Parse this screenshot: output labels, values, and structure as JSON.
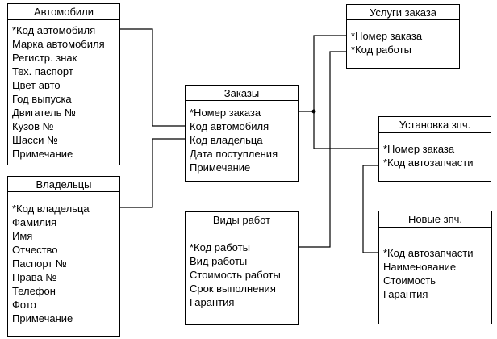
{
  "diagram": {
    "entities": {
      "avtomobili": {
        "title": "Автомобили",
        "fields": [
          "*Код автомобиля",
          "Марка автомобиля",
          "Регистр. знак",
          "Тех. паспорт",
          "Цвет авто",
          "Год выпуска",
          "Двигатель №",
          "Кузов №",
          "Шасси №",
          "Примечание"
        ]
      },
      "vladeltsy": {
        "title": "Владельцы",
        "fields": [
          "*Код владельца",
          "Фамилия",
          "Имя",
          "Отчество",
          "Паспорт №",
          "Права №",
          "Телефон",
          "Фото",
          "Примечание"
        ]
      },
      "zakazy": {
        "title": "Заказы",
        "fields": [
          "*Номер заказа",
          "Код автомобиля",
          "Код владельца",
          "Дата поступления",
          "Примечание"
        ]
      },
      "uslugi_zakaza": {
        "title": "Услуги заказа",
        "fields": [
          "*Номер заказа",
          "*Код работы"
        ]
      },
      "ustanovka_zpch": {
        "title": "Установка зпч.",
        "fields": [
          "*Номер заказа",
          "*Код автозапчасти"
        ]
      },
      "vidy_rabot": {
        "title": "Виды работ",
        "fields": [
          "*Код работы",
          "Вид работы",
          "Стоимость работы",
          "Срок выполнения",
          "Гарантия"
        ]
      },
      "novye_zpch": {
        "title": "Новые зпч.",
        "fields": [
          "*Код автозапчасти",
          "Наименование",
          "Стоимость",
          "Гарантия"
        ]
      }
    },
    "relationships": [
      {
        "from": "Автомобили.*Код автомобиля",
        "to": "Заказы.Код автомобиля"
      },
      {
        "from": "Владельцы.*Код владельца",
        "to": "Заказы.Код владельца"
      },
      {
        "from": "Заказы.*Номер заказа",
        "to": "Услуги заказа.*Номер заказа"
      },
      {
        "from": "Заказы.*Номер заказа",
        "to": "Установка зпч..*Номер заказа"
      },
      {
        "from": "Виды работ.*Код работы",
        "to": "Услуги заказа.*Код работы"
      },
      {
        "from": "Новые зпч..*Код автозапчасти",
        "to": "Установка зпч..*Код автозапчасти"
      }
    ]
  }
}
